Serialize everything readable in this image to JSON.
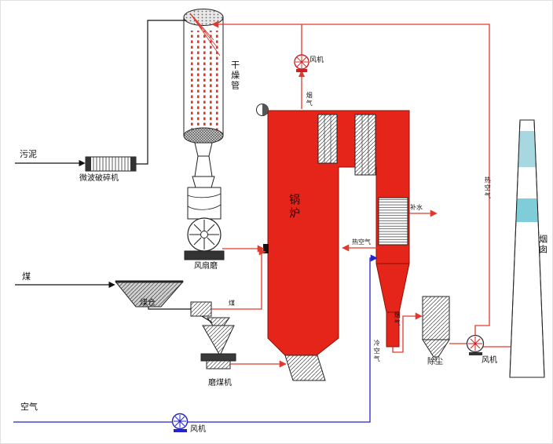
{
  "diagram": {
    "labels": {
      "sludge": "污泥",
      "microwave_crusher": "微波破碎机",
      "drying_tube": "干燥管",
      "fan_top": "风机",
      "flue_gas_top": "烟气",
      "boiler": "锅炉",
      "makeup_water": "补水",
      "hot_air_mid": "热空气",
      "fan_mill": "风扇磨",
      "coal": "煤",
      "coal_bunker": "煤仓",
      "coal_feed": "煤",
      "coal_mill": "磨煤机",
      "air": "空气",
      "fan_bottom": "风机",
      "cold_air": "冷空气",
      "flue_gas_mid": "烟气",
      "dust_removal": "除尘",
      "fan_right": "风机",
      "hot_air_right": "热空气",
      "chimney": "烟囱"
    },
    "colors": {
      "boiler_red": "#e6251a",
      "line_red": "#e03a2e",
      "line_blue": "#2323cc",
      "chimney_band_upper": "#a7d8e2",
      "chimney_band_lower": "#7ecdd8"
    }
  }
}
